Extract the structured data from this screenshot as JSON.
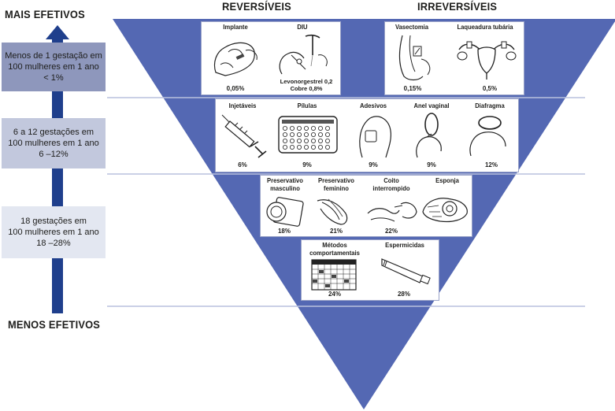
{
  "scale": {
    "top_label": "MAIS EFETIVOS",
    "bottom_label": "MENOS EFETIVOS",
    "levels": [
      {
        "line1": "Menos de 1 gestação em",
        "line2": "100 mulheres em 1 ano",
        "line3": "< 1%"
      },
      {
        "line1": "6 a 12 gestações em",
        "line2": "100 mulheres em 1 ano",
        "line3": "6 –12%"
      },
      {
        "line1": "18 gestações em",
        "line2": "100 mulheres em 1 ano",
        "line3": "18 –28%"
      }
    ]
  },
  "columns": {
    "reversible": "REVERSÍVEIS",
    "irreversible": "IRREVERSÍVEIS"
  },
  "tier1": {
    "implant": {
      "label": "Implante",
      "pct": "0,05%"
    },
    "iud": {
      "label": "DIU",
      "note1": "Levonorgestrel 0,2",
      "note2": "Cobre 0,8%"
    },
    "vasectomy": {
      "label": "Vasectomia",
      "pct": "0,15%"
    },
    "tubal": {
      "label": "Laqueadura tubária",
      "pct": "0,5%"
    }
  },
  "tier2": {
    "injectables": {
      "label": "Injetáveis",
      "pct": "6%"
    },
    "pills": {
      "label": "Pílulas",
      "pct": "9%"
    },
    "patches": {
      "label": "Adesivos",
      "pct": "9%"
    },
    "ring": {
      "label": "Anel vaginal",
      "pct": "9%"
    },
    "diaphragm": {
      "label": "Diafragma",
      "pct": "12%"
    }
  },
  "tier3": {
    "male_condom": {
      "label1": "Preservativo",
      "label2": "masculino",
      "pct": "18%"
    },
    "female_condom": {
      "label1": "Preservativo",
      "label2": "feminino",
      "pct": "21%"
    },
    "withdrawal": {
      "label1": "Coito",
      "label2": "interrompido",
      "pct": "22%"
    },
    "sponge": {
      "label": "Esponja"
    }
  },
  "tier4": {
    "behavioral": {
      "label1": "Métodos",
      "label2": "comportamentais",
      "pct": "24%"
    },
    "spermicide": {
      "label": "Espermicidas",
      "pct": "28%"
    }
  },
  "colors": {
    "triangle": "#5468b3",
    "arrow": "#1f3f8c",
    "level1": "#8e97bc",
    "level2": "#c2c8dd",
    "level3": "#e3e7f1"
  }
}
